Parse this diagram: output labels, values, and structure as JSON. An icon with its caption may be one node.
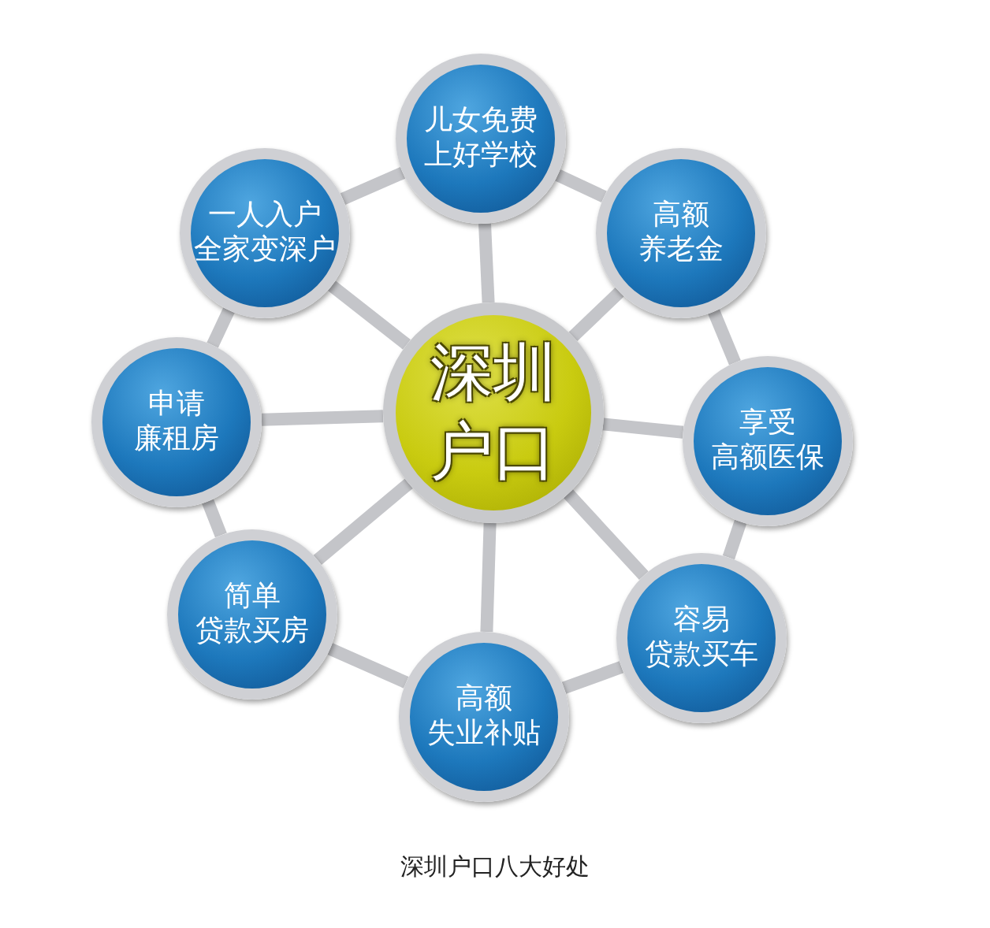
{
  "diagram": {
    "caption": "深圳户口八大好处",
    "nodes": [
      {
        "text": [
          "深圳",
          "户口"
        ]
      },
      {
        "text": [
          "儿女免费",
          "上好学校"
        ]
      },
      {
        "text": [
          "高额",
          "养老金"
        ]
      },
      {
        "text": [
          "享受",
          "高额医保"
        ]
      },
      {
        "text": [
          "容易",
          "贷款买车"
        ]
      },
      {
        "text": [
          "高额",
          "失业补贴"
        ]
      },
      {
        "text": [
          "简单",
          "贷款买房"
        ]
      },
      {
        "text": [
          "申请",
          "廉租房"
        ]
      },
      {
        "text": [
          "一人入户",
          "全家变深户"
        ]
      }
    ],
    "edges": [
      {
        "from": 0,
        "to": 1,
        "arrow": "none"
      },
      {
        "from": 0,
        "to": 2,
        "arrow": "none"
      },
      {
        "from": 0,
        "to": 3,
        "arrow": "none"
      },
      {
        "from": 0,
        "to": 4,
        "arrow": "none"
      },
      {
        "from": 0,
        "to": 5,
        "arrow": "none"
      },
      {
        "from": 0,
        "to": 6,
        "arrow": "none"
      },
      {
        "from": 0,
        "to": 7,
        "arrow": "none"
      },
      {
        "from": 0,
        "to": 8,
        "arrow": "none"
      },
      {
        "from": 1,
        "to": 2,
        "arrow": "none"
      },
      {
        "from": 2,
        "to": 3,
        "arrow": "none"
      },
      {
        "from": 3,
        "to": 4,
        "arrow": "none"
      },
      {
        "from": 4,
        "to": 5,
        "arrow": "none"
      },
      {
        "from": 5,
        "to": 6,
        "arrow": "none"
      },
      {
        "from": 6,
        "to": 7,
        "arrow": "none"
      },
      {
        "from": 7,
        "to": 8,
        "arrow": "none"
      },
      {
        "from": 8,
        "to": 1,
        "arrow": "none"
      }
    ]
  }
}
